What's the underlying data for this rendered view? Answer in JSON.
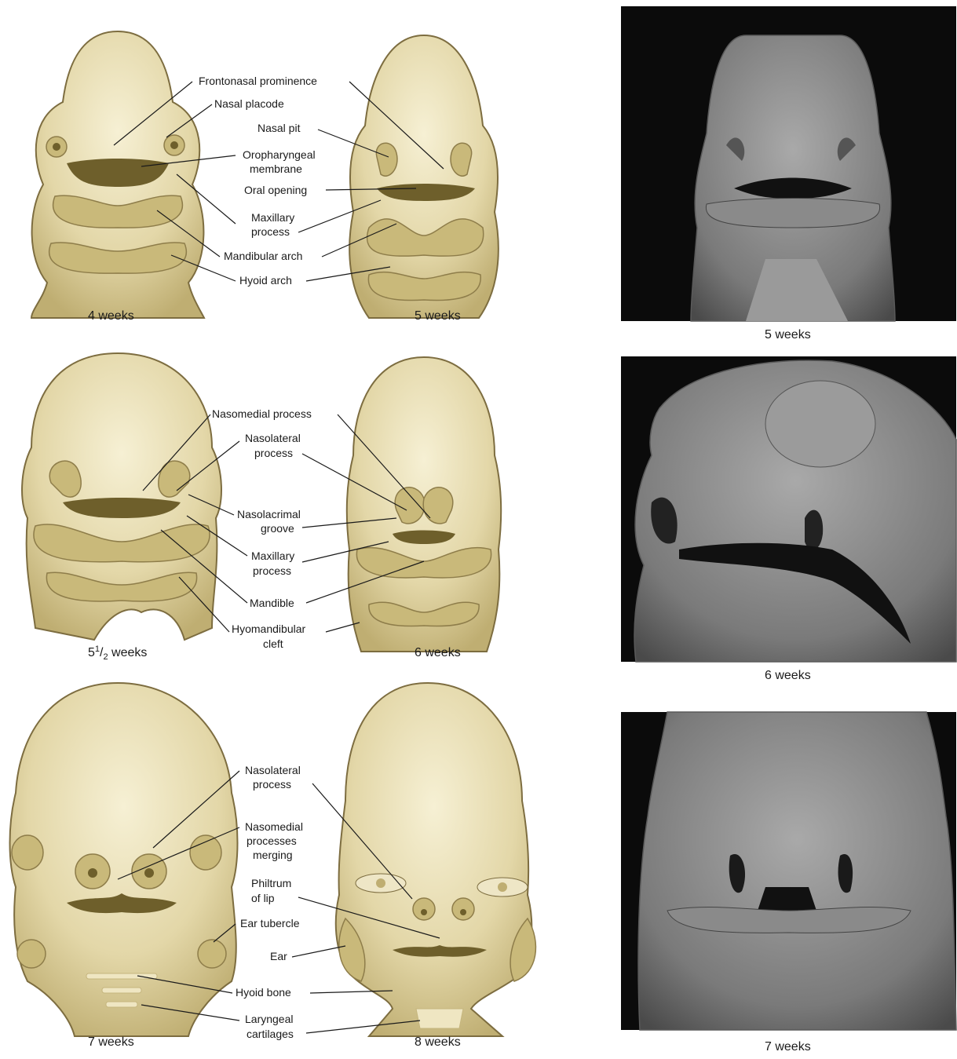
{
  "panels": {
    "row1": {
      "left_caption": "4 weeks",
      "right_caption": "5 weeks",
      "photo_caption": "5 weeks"
    },
    "row2": {
      "left_caption_main": "5",
      "left_caption_sup": "1",
      "left_caption_sub": "2",
      "left_caption_rest": " weeks",
      "right_caption": "6 weeks",
      "photo_caption": "6 weeks"
    },
    "row3": {
      "left_caption": "7 weeks",
      "right_caption": "8 weeks",
      "photo_caption": "7 weeks"
    }
  },
  "labels": {
    "frontonasal": "Frontonasal prominence",
    "nasal_placode": "Nasal placode",
    "nasal_pit": "Nasal pit",
    "oropharyngeal_1": "Oropharyngeal",
    "oropharyngeal_2": "membrane",
    "oral_opening": "Oral opening",
    "maxillary_1": "Maxillary",
    "maxillary_2": "process",
    "mandibular_arch": "Mandibular arch",
    "hyoid_arch": "Hyoid arch",
    "nasomedial_process": "Nasomedial process",
    "nasolateral_1": "Nasolateral",
    "nasolateral_2": "process",
    "nasolacrimal_1": "Nasolacrimal",
    "nasolacrimal_2": "groove",
    "maxillary2_1": "Maxillary",
    "maxillary2_2": "process",
    "mandible": "Mandible",
    "hyomandibular_1": "Hyomandibular",
    "hyomandibular_2": "cleft",
    "nasolateral3_1": "Nasolateral",
    "nasolateral3_2": "process",
    "nasomedial3_1": "Nasomedial",
    "nasomedial3_2": "processes",
    "nasomedial3_3": "merging",
    "philtrum_1": "Philtrum",
    "philtrum_2": "of lip",
    "ear_tubercle": "Ear tubercle",
    "ear": "Ear",
    "hyoid_bone": "Hyoid bone",
    "laryngeal_1": "Laryngeal",
    "laryngeal_2": "cartilages"
  },
  "colors": {
    "skin_light": "#f3eccb",
    "skin_mid": "#ddd0a0",
    "skin_dark": "#b8a56a",
    "photo_bg": "#0b0b0b"
  }
}
